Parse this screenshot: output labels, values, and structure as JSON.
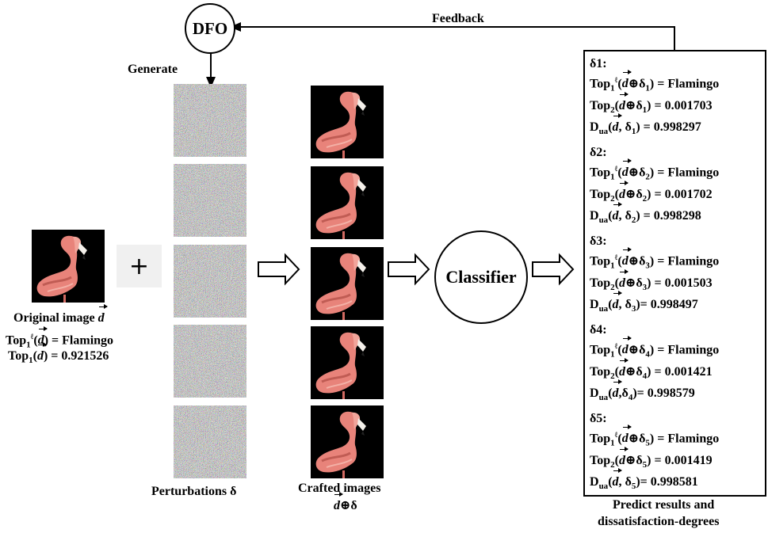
{
  "dfo": {
    "label": "DFO"
  },
  "classifier": {
    "label": "Classifier"
  },
  "arrows": {
    "feedback_label": "Feedback",
    "generate_label": "Generate"
  },
  "original": {
    "caption": "Original image",
    "vector_symbol": "d",
    "top1_class_prefix": "Top",
    "top1_class_value": "Flamingo",
    "top1_score_value": "0.921526"
  },
  "plus": {
    "symbol": "+"
  },
  "perturbations": {
    "caption": "Perturbations δ",
    "count": 5
  },
  "crafted": {
    "caption_line1": "Crafted images",
    "caption_line2_suffix": "⊕δ"
  },
  "results": {
    "footer_line1": "Predict results and",
    "footer_line2": "dissatisfaction-degrees",
    "items": [
      {
        "delta": "δ1:",
        "class": "Flamingo",
        "top2": "0.001703",
        "dua": "0.998297"
      },
      {
        "delta": "δ2:",
        "class": "Flamingo",
        "top2": "0.001702",
        "dua": "0.998298"
      },
      {
        "delta": "δ3:",
        "class": "Flamingo",
        "top2": "0.001503",
        "dua": "0.998497"
      },
      {
        "delta": "δ4:",
        "class": "Flamingo",
        "top2": "0.001421",
        "dua": "0.998579"
      },
      {
        "delta": "δ5:",
        "class": "Flamingo",
        "top2": "0.001419",
        "dua": "0.998581"
      }
    ]
  }
}
